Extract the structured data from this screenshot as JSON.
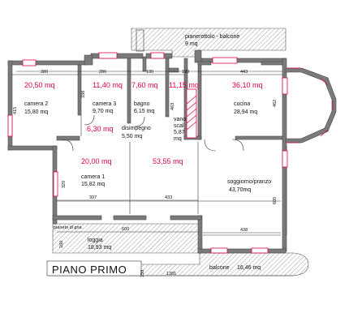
{
  "title": "PIANO PRIMO",
  "rooms": {
    "camera2": {
      "area": "20,50 mq",
      "name": "camera 2",
      "size": "15,80 mq"
    },
    "camera3": {
      "area": "11,40 mq",
      "name": "camera 3",
      "size": "9,70 mq"
    },
    "bagno": {
      "area": "7,60 mq",
      "name": "bagno",
      "size": "6,15 mq"
    },
    "vano": {
      "area": "11,15 mq",
      "name1": "vano",
      "name2": "scal",
      "size": "5,87",
      "size2": "mq"
    },
    "cucina": {
      "area": "36,10 mq",
      "name": "cucina",
      "size": "28,94 mq"
    },
    "disimpegno": {
      "area": "6,30 mq",
      "name": "disimpegno",
      "size": "5,50 mq"
    },
    "camera1": {
      "area": "20,00 mq",
      "name": "camera 1",
      "size": "15,82 mq"
    },
    "soggiorno": {
      "area": "53,55 mq",
      "name": "soggiorno/pranzo",
      "size": "43,70mq"
    },
    "pianerottolo": {
      "name": "pianerottolo - balcone",
      "size": "9 mq"
    },
    "loggia": {
      "name": "loggia",
      "size": "18,93 mq"
    },
    "balcone": {
      "name": "balcone",
      "size": "16,46 mq"
    },
    "piano_terra": "pianeto di gna"
  },
  "dims": {
    "d380": "380",
    "d286": "286",
    "d190a": "190",
    "d190b": "190",
    "d443": "443",
    "d415": "415",
    "d338": "338",
    "d463": "463",
    "d462": "462",
    "d329": "329",
    "d397": "397",
    "d433": "433",
    "d605": "605",
    "d438": "438",
    "d600": "600",
    "d160": "160",
    "d1381": "1381",
    "d150": "150"
  }
}
